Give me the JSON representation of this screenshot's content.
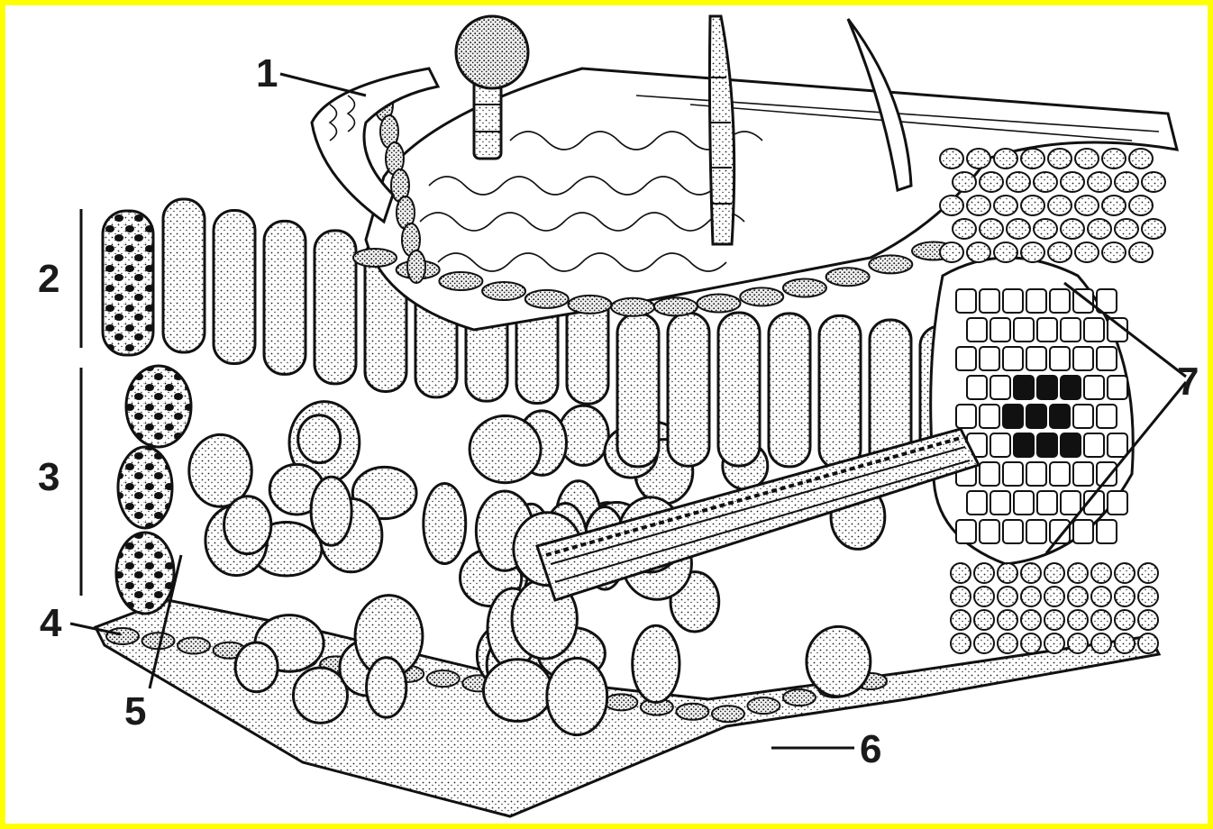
{
  "labels": {
    "l1": "1",
    "l2": "2",
    "l3": "3",
    "l4": "4",
    "l5": "5",
    "l6": "6",
    "l7": "7"
  },
  "colors": {
    "frame": "#ffff00",
    "background": "#ffffff",
    "ink": "#111111"
  }
}
